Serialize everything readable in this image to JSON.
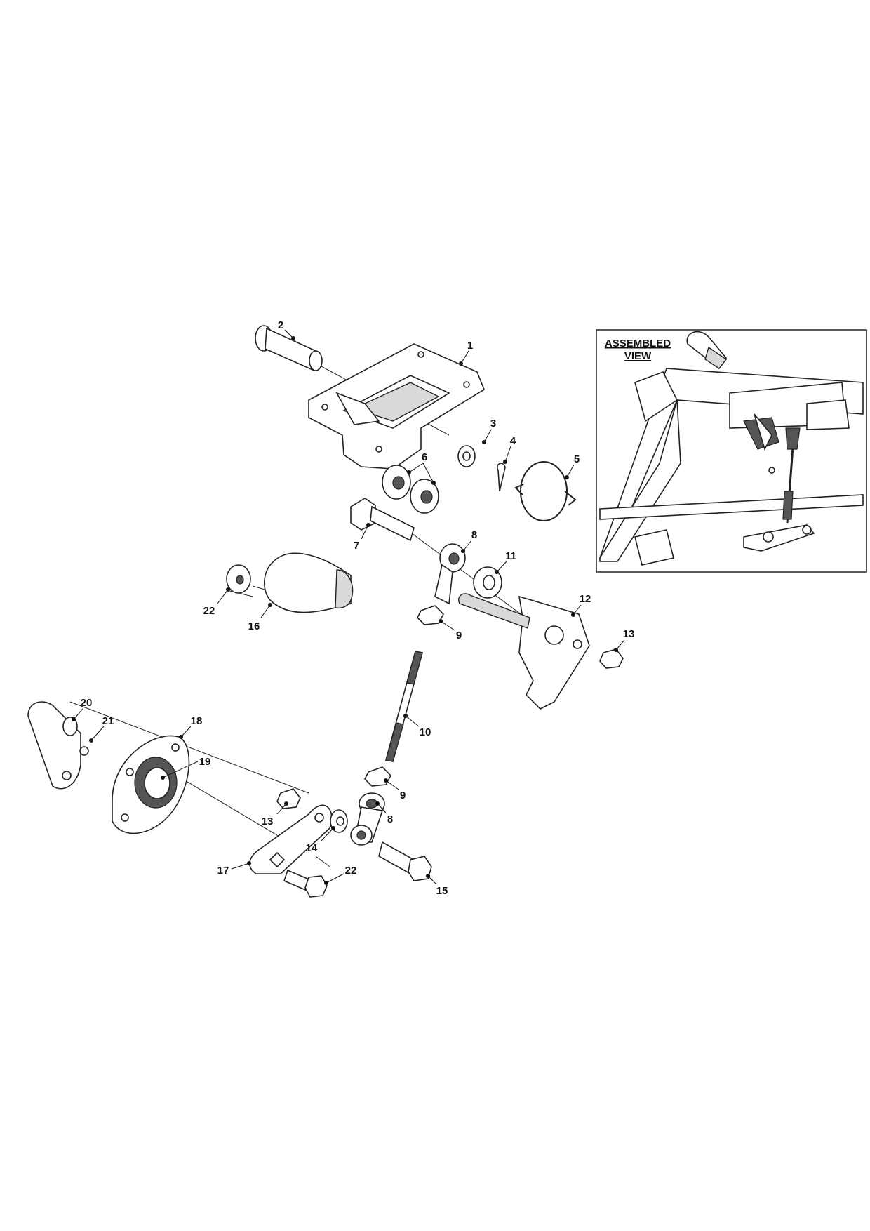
{
  "inset": {
    "title_line1": "ASSEMBLED",
    "title_line2": "VIEW"
  },
  "callouts": [
    {
      "id": "c2",
      "label": "2"
    },
    {
      "id": "c1",
      "label": "1"
    },
    {
      "id": "c3",
      "label": "3"
    },
    {
      "id": "c4",
      "label": "4"
    },
    {
      "id": "c5",
      "label": "5"
    },
    {
      "id": "c6",
      "label": "6"
    },
    {
      "id": "c7",
      "label": "7"
    },
    {
      "id": "c8a",
      "label": "8"
    },
    {
      "id": "c11",
      "label": "11"
    },
    {
      "id": "c12",
      "label": "12"
    },
    {
      "id": "c13a",
      "label": "13"
    },
    {
      "id": "c9a",
      "label": "9"
    },
    {
      "id": "c22a",
      "label": "22"
    },
    {
      "id": "c16",
      "label": "16"
    },
    {
      "id": "c10",
      "label": "10"
    },
    {
      "id": "c20",
      "label": "20"
    },
    {
      "id": "c21",
      "label": "21"
    },
    {
      "id": "c18",
      "label": "18"
    },
    {
      "id": "c19",
      "label": "19"
    },
    {
      "id": "c9b",
      "label": "9"
    },
    {
      "id": "c13b",
      "label": "13"
    },
    {
      "id": "c8b",
      "label": "8"
    },
    {
      "id": "c14",
      "label": "14"
    },
    {
      "id": "c17",
      "label": "17"
    },
    {
      "id": "c22b",
      "label": "22"
    },
    {
      "id": "c15",
      "label": "15"
    }
  ]
}
